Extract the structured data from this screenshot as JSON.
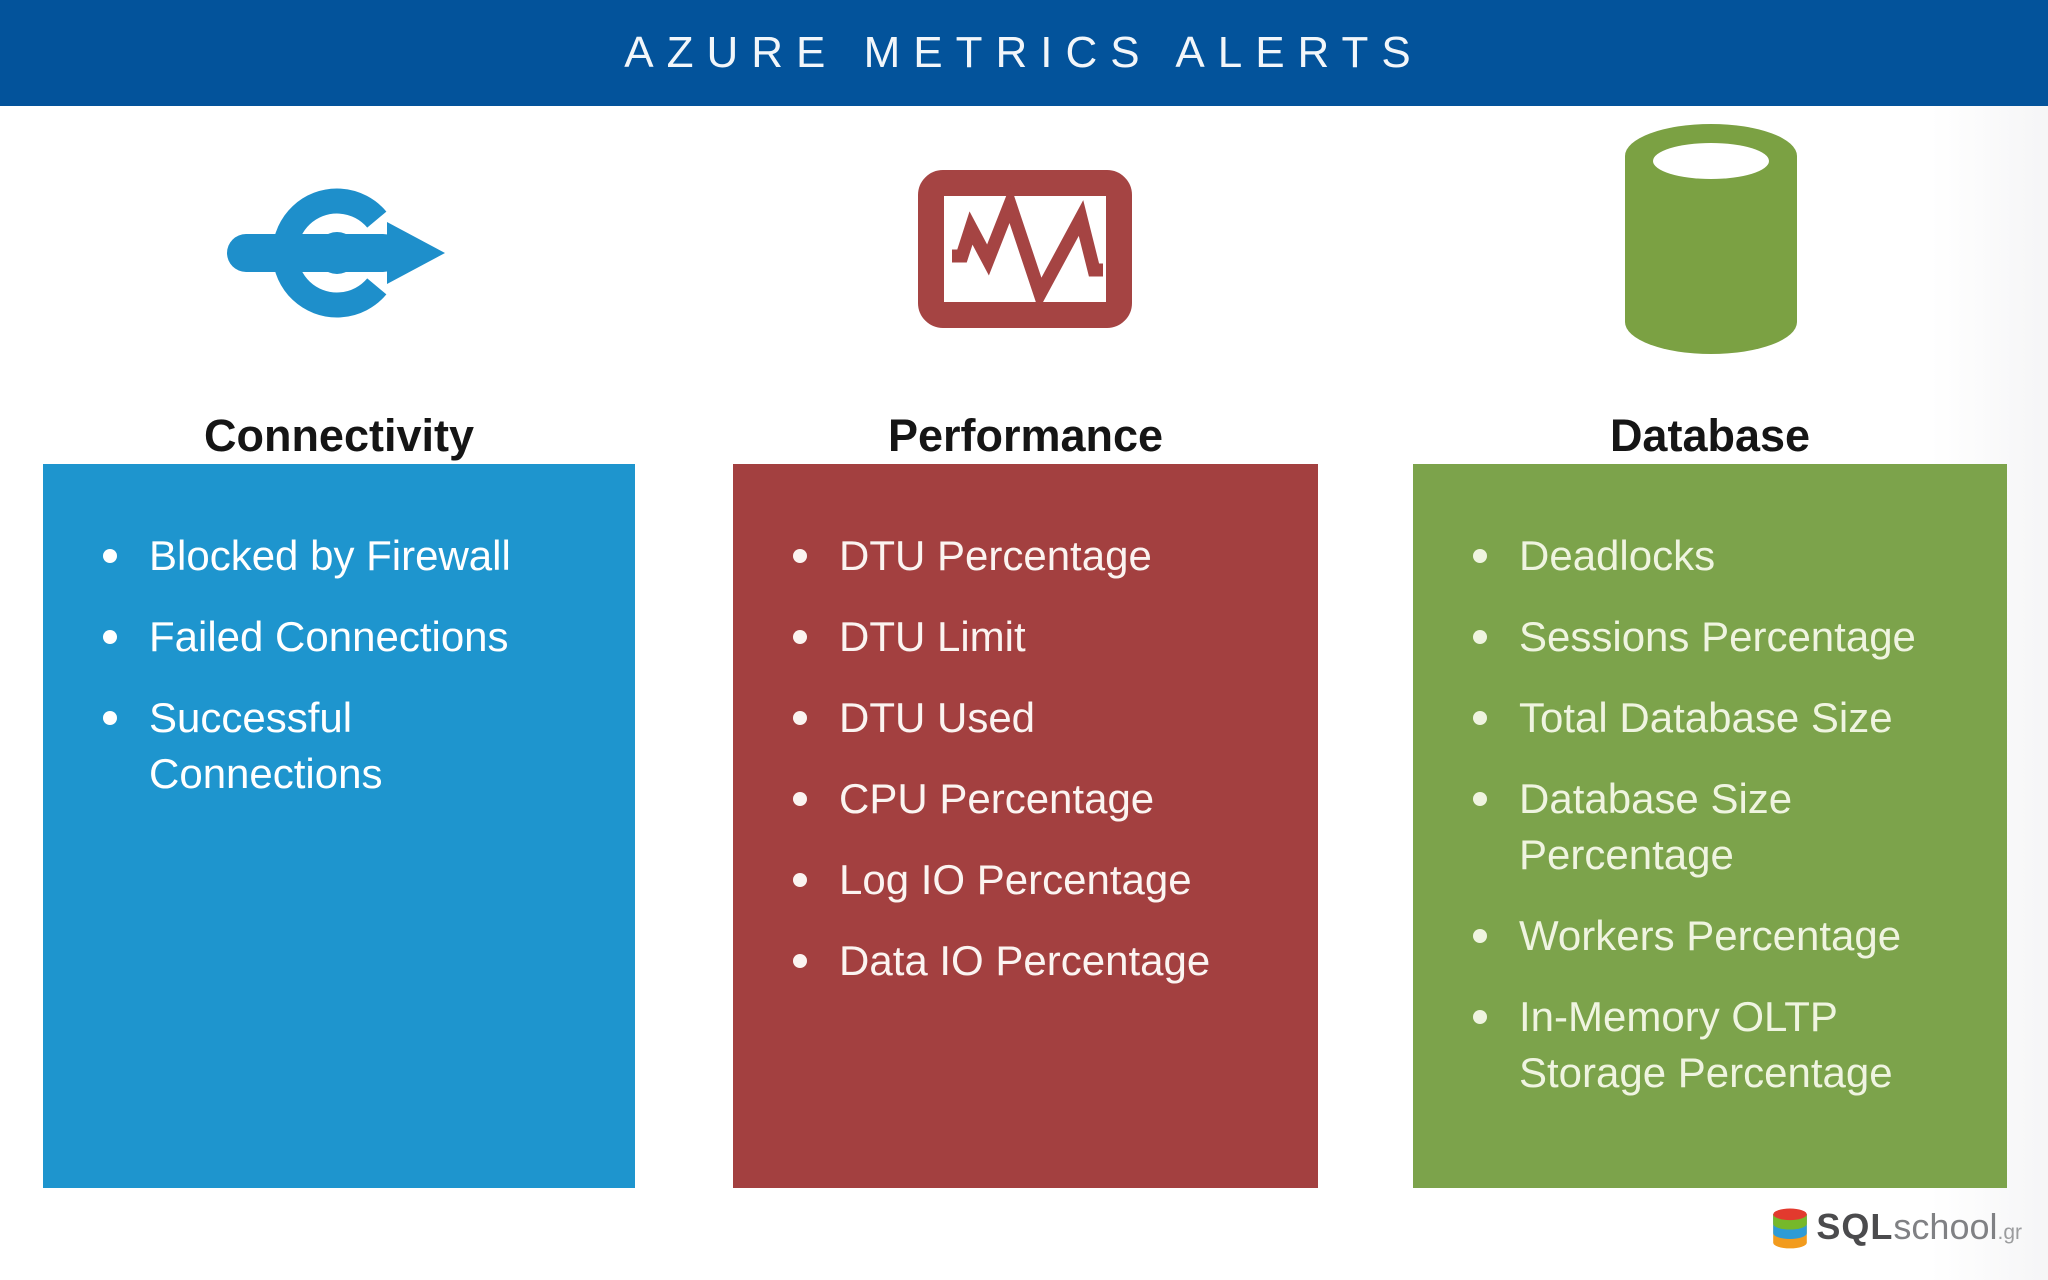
{
  "header": {
    "title": "AZURE METRICS ALERTS",
    "bg_color": "#03539B",
    "text_color": "#FFFFFF"
  },
  "columns": [
    {
      "title": "Connectivity",
      "icon": "connectivity-arrow-icon",
      "box_color": "#1E95CE",
      "icon_color": "#1E8FCB",
      "items": [
        "Blocked by Firewall",
        "Failed Connections",
        "Successful Connections"
      ]
    },
    {
      "title": "Performance",
      "icon": "performance-monitor-icon",
      "box_color": "#A34040",
      "icon_color": "#A54443",
      "items": [
        "DTU Percentage",
        "DTU Limit",
        "DTU Used",
        "CPU Percentage",
        "Log IO Percentage",
        "Data IO Percentage"
      ]
    },
    {
      "title": "Database",
      "icon": "database-cylinder-icon",
      "box_color": "#7CA34B",
      "icon_color": "#7BA143",
      "items": [
        "Deadlocks",
        "Sessions Percentage",
        "Total Database Size",
        "Database Size Percentage",
        "Workers Percentage",
        "In-Memory OLTP Storage Percentage"
      ]
    }
  ],
  "footer": {
    "logo_sql": "SQL",
    "logo_school": "school",
    "logo_tld": ".gr",
    "logo_colors": [
      "#E23A2E",
      "#76B82A",
      "#2E9BD6",
      "#F29B1D"
    ]
  }
}
